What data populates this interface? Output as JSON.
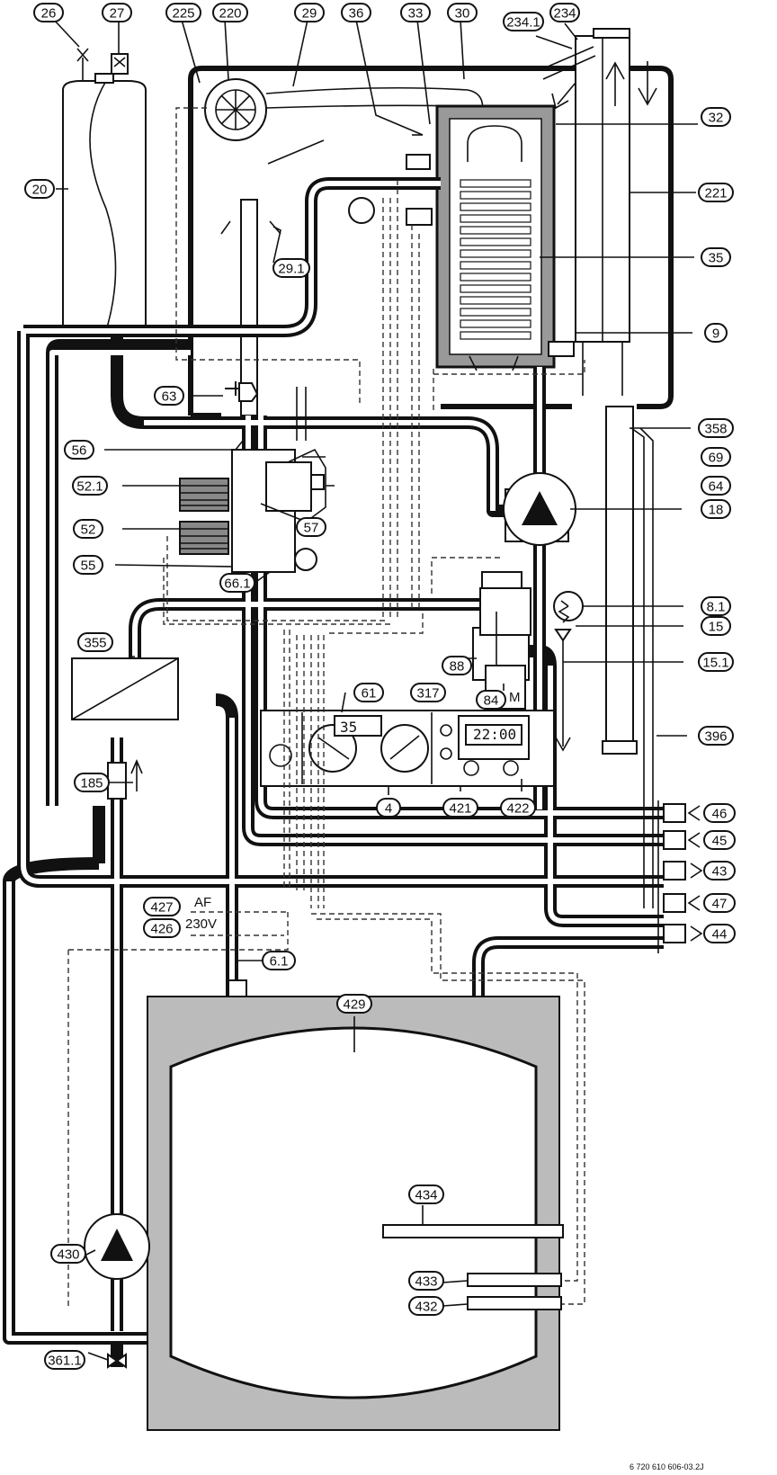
{
  "callouts": [
    {
      "id": "c26",
      "text": "26"
    },
    {
      "id": "c27",
      "text": "27"
    },
    {
      "id": "c225",
      "text": "225"
    },
    {
      "id": "c220",
      "text": "220"
    },
    {
      "id": "c29",
      "text": "29"
    },
    {
      "id": "c36",
      "text": "36"
    },
    {
      "id": "c33",
      "text": "33"
    },
    {
      "id": "c30",
      "text": "30"
    },
    {
      "id": "c2341",
      "text": "234.1"
    },
    {
      "id": "c234",
      "text": "234"
    },
    {
      "id": "c32",
      "text": "32"
    },
    {
      "id": "c20",
      "text": "20"
    },
    {
      "id": "c221",
      "text": "221"
    },
    {
      "id": "c35",
      "text": "35"
    },
    {
      "id": "c291",
      "text": "29.1"
    },
    {
      "id": "c9",
      "text": "9"
    },
    {
      "id": "c63",
      "text": "63"
    },
    {
      "id": "c358",
      "text": "358"
    },
    {
      "id": "c56",
      "text": "56"
    },
    {
      "id": "c69",
      "text": "69"
    },
    {
      "id": "c521",
      "text": "52.1"
    },
    {
      "id": "c64",
      "text": "64"
    },
    {
      "id": "c18",
      "text": "18"
    },
    {
      "id": "c52",
      "text": "52"
    },
    {
      "id": "c57",
      "text": "57"
    },
    {
      "id": "c55",
      "text": "55"
    },
    {
      "id": "c661",
      "text": "66.1"
    },
    {
      "id": "c81",
      "text": "8.1"
    },
    {
      "id": "c15",
      "text": "15"
    },
    {
      "id": "c355",
      "text": "355"
    },
    {
      "id": "c88",
      "text": "88"
    },
    {
      "id": "c151",
      "text": "15.1"
    },
    {
      "id": "c84",
      "text": "84"
    },
    {
      "id": "c61",
      "text": "61"
    },
    {
      "id": "c317",
      "text": "317"
    },
    {
      "id": "c396",
      "text": "396"
    },
    {
      "id": "c185",
      "text": "185"
    },
    {
      "id": "c4",
      "text": "4"
    },
    {
      "id": "c421",
      "text": "421"
    },
    {
      "id": "c422",
      "text": "422"
    },
    {
      "id": "c46",
      "text": "46"
    },
    {
      "id": "c45",
      "text": "45"
    },
    {
      "id": "c43",
      "text": "43"
    },
    {
      "id": "c427",
      "text": "427"
    },
    {
      "id": "c47",
      "text": "47"
    },
    {
      "id": "c426",
      "text": "426"
    },
    {
      "id": "c44",
      "text": "44"
    },
    {
      "id": "c61b",
      "text": "6.1"
    },
    {
      "id": "c429",
      "text": "429"
    },
    {
      "id": "c434",
      "text": "434"
    },
    {
      "id": "c430",
      "text": "430"
    },
    {
      "id": "c433",
      "text": "433"
    },
    {
      "id": "c432",
      "text": "432"
    },
    {
      "id": "c3611",
      "text": "361.1"
    }
  ],
  "texts": {
    "af": "AF",
    "v230": "230V",
    "display_left": "35",
    "display_right": "22:00",
    "motor_m": "M",
    "footer": "6 720 610 606-03.2J"
  }
}
